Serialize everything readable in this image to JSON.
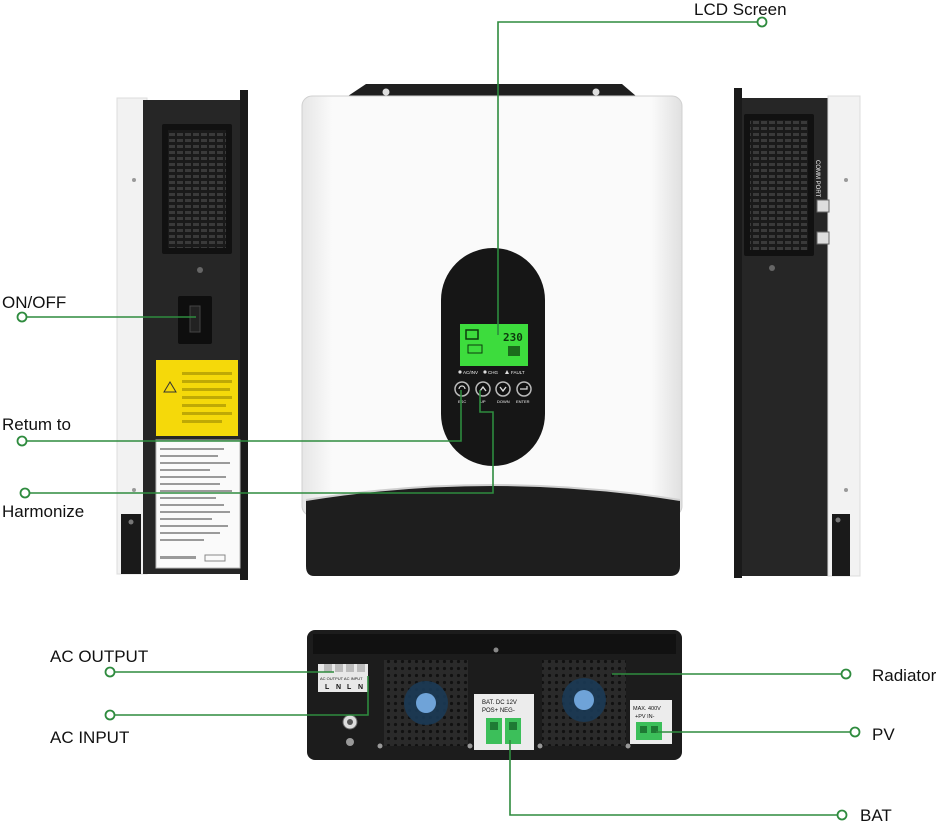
{
  "callouts": {
    "lcd_screen": "LCD Screen",
    "on_off": "ON/OFF",
    "return_to": "Retum to",
    "harmonize": "Harmonize",
    "ac_output": "AC OUTPUT",
    "ac_input": "AC INPUT",
    "radiator": "Radiator",
    "pv": "PV",
    "bat": "BAT"
  },
  "front_panel": {
    "lcd_reading": "230",
    "indicators": [
      "AC/INV",
      "CHG",
      "FAULT"
    ],
    "buttons": [
      "ESC",
      "UP",
      "DOWN",
      "ENTER"
    ]
  },
  "side_panel": {
    "port_label": "COMM PORT"
  },
  "bottom_panel": {
    "ac_terminal_header": "AC OUTPUT  AC INPUT",
    "ac_terminal_letters": [
      "L",
      "N",
      "L",
      "N"
    ],
    "bat_label_line1": "BAT. DC 12V",
    "bat_label_line2": "POS+  NEG-",
    "pv_label_line1": "MAX. 400V",
    "pv_label_line2": "+PV IN-"
  },
  "colors": {
    "callout_green": "#2e8b3e",
    "lcd_green": "#3ddc3d",
    "casing_white": "#f4f4f4",
    "casing_black": "#1e1e1e",
    "warning_yellow": "#f5d90a"
  }
}
